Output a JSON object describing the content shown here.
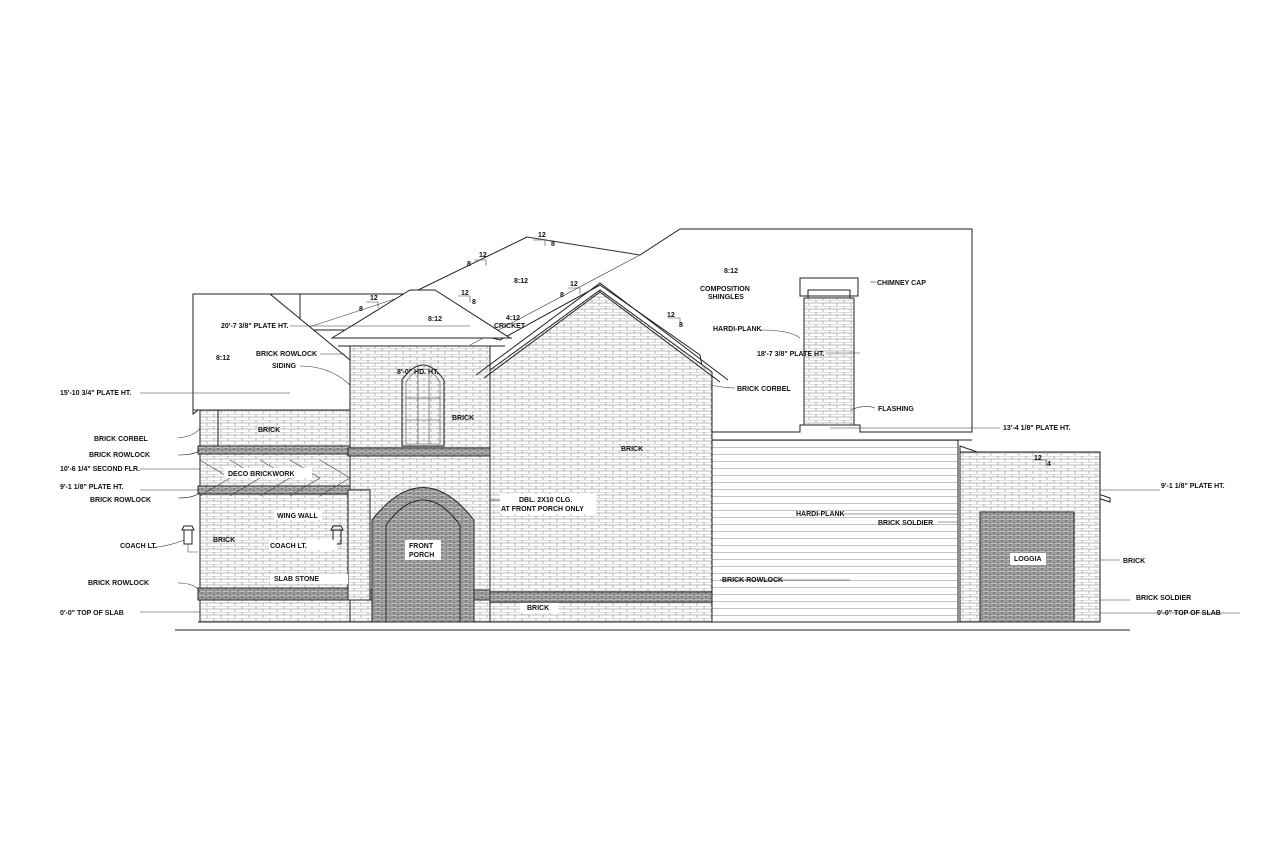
{
  "labels": {
    "plate_15_10": "15'-10 3/4\" PLATE HT.",
    "plate_20_7": "20'-7 3/8\" PLATE HT.",
    "pitch_8_12_left": "8:12",
    "pitch_8_12_gable": "8:12",
    "pitch_8_12_mid": "8:12",
    "pitch_8_12_right": "8:12",
    "cricket_pitch": "4:12",
    "cricket": "CRICKET",
    "brick_rowlock_top": "BRICK ROWLOCK",
    "siding": "SIDING",
    "head_ht": "8'-0\" HD. HT.",
    "composition_1": "COMPOSITION",
    "composition_2": "SHINGLES",
    "chimney_cap": "CHIMNEY CAP",
    "hardi_plank_chimney": "HARDI-PLANK",
    "plate_18_7": "18'-7 3/8\" PLATE HT.",
    "brick_corbel_right": "BRICK CORBEL",
    "flashing": "FLASHING",
    "plate_13_4": "13'-4 1/8\" PLATE HT.",
    "brick_corbel_left": "BRICK CORBEL",
    "brick_left_wing": "BRICK",
    "brick_tower": "BRICK",
    "brick_gable": "BRICK",
    "brick_rowlock_left": "BRICK ROWLOCK",
    "second_flr": "10'-6 1/4\" SECOND FLR.",
    "deco_brickwork": "DECO BRICKWORK",
    "plate_9_1_left": "9'-1 1/8\" PLATE HT.",
    "brick_rowlock_left2": "BRICK ROWLOCK",
    "wing_wall": "WING WALL",
    "dbl_1": "DBL. 2X10 CLG.",
    "dbl_2": "AT FRONT PORCH ONLY",
    "coach_lt_left": "COACH LT.",
    "brick_coach": "BRICK",
    "coach_lt_mid": "COACH LT.",
    "front_1": "FRONT",
    "front_2": "PORCH",
    "hardi_plank_wall": "HARDI-PLANK",
    "brick_soldier_mid": "BRICK SOLDIER",
    "slab_stone": "SLAB STONE",
    "brick_rowlock_bottom": "BRICK ROWLOCK",
    "brick_rowlock_mid": "BRICK ROWLOCK",
    "brick_bottom": "BRICK",
    "slab_left": "0'-0\" TOP OF SLAB",
    "slab_right": "0'-0\" TOP OF SLAB",
    "plate_9_1_right": "9'-1 1/8\" PLATE HT.",
    "loggia": "LOGGIA",
    "brick_right": "BRICK",
    "brick_soldier_right": "BRICK SOLDIER",
    "pitch_12_a": "12",
    "pitch_8_a": "8",
    "pitch_12_b": "12",
    "pitch_8_b": "8",
    "pitch_12_c": "12",
    "pitch_8_c": "8",
    "pitch_12_d": "12",
    "pitch_8_d": "8",
    "pitch_12_e": "12",
    "pitch_8_e": "8",
    "pitch_12_f": "12",
    "pitch_8_f": "8",
    "pitch_12_g": "12",
    "pitch_4_g": "4"
  }
}
